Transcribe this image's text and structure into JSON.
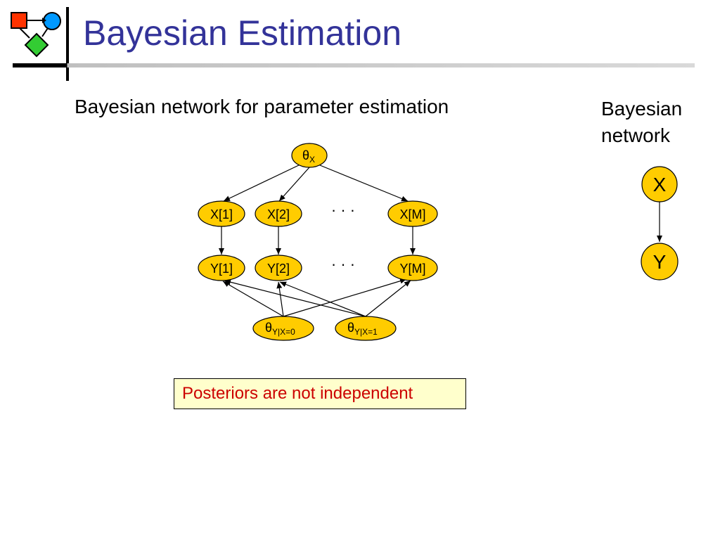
{
  "title": "Bayesian Estimation",
  "left_heading": "Bayesian network for parameter estimation",
  "right_heading_line1": "Bayesian",
  "right_heading_line2": "network",
  "colors": {
    "title": "#333399",
    "node_fill": "#ffcc00",
    "callout_bg": "#ffffcc",
    "callout_text": "#cc0000"
  },
  "logo_icon": "flowchart-logo-icon",
  "param_net": {
    "theta_x": {
      "symbol": "θ",
      "sub": "X"
    },
    "x_nodes": [
      "X[1]",
      "X[2]",
      "X[M]"
    ],
    "y_nodes": [
      "Y[1]",
      "Y[2]",
      "Y[M]"
    ],
    "ellipsis": "· · ·",
    "theta_y0": {
      "symbol": "θ",
      "sub": "Y|X=0"
    },
    "theta_y1": {
      "symbol": "θ",
      "sub": "Y|X=1"
    }
  },
  "simple_net": {
    "x_label": "X",
    "y_label": "Y"
  },
  "callout_text": "Posteriors are not independent"
}
